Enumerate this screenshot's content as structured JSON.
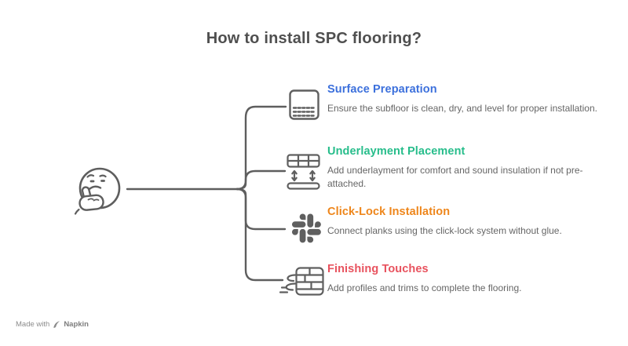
{
  "title": "How to install SPC flooring?",
  "colors": {
    "title": "#4f4f4f",
    "line": "#5e5e5e",
    "icon": "#5f5f5f",
    "description": "#666666",
    "badge": "#8c8c8c"
  },
  "items": [
    {
      "title": "Surface Preparation",
      "color": "#3c70dc",
      "description": "Ensure the subfloor is clean, dry, and level for proper installation.",
      "icon": "subfloor-panel-icon"
    },
    {
      "title": "Underlayment Placement",
      "color": "#27bd8b",
      "description": "Add underlayment for comfort and sound insulation if not pre-attached.",
      "icon": "underlayment-layers-icon"
    },
    {
      "title": "Click-Lock Installation",
      "color": "#ee861b",
      "description": "Connect planks using the click-lock system without glue.",
      "icon": "click-lock-icon"
    },
    {
      "title": "Finishing Touches",
      "color": "#e8525e",
      "description": "Add profiles and trims to complete the flooring.",
      "icon": "finishing-trim-icon"
    }
  ],
  "badge": {
    "made_with": "Made with",
    "brand": "Napkin"
  }
}
